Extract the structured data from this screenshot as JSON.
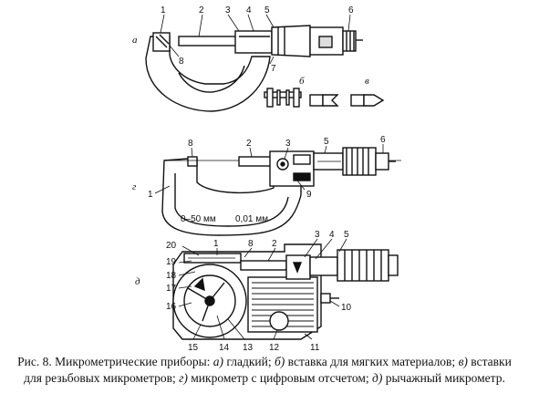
{
  "parts": {
    "a": {
      "label": "а",
      "numbers": [
        "1",
        "2",
        "3",
        "4",
        "5",
        "6",
        "7",
        "8"
      ]
    },
    "b": {
      "label": "б"
    },
    "v": {
      "label": "в"
    },
    "g": {
      "label": "г",
      "numbers": [
        "1",
        "2",
        "3",
        "5",
        "6",
        "8",
        "9"
      ],
      "range_text": "0–50 мм",
      "resolution_text": "0,01 мм"
    },
    "d": {
      "label": "д",
      "numbers": [
        "1",
        "2",
        "3",
        "4",
        "5",
        "8",
        "10",
        "11",
        "12",
        "13",
        "14",
        "15",
        "16",
        "17",
        "18",
        "19",
        "20"
      ]
    }
  },
  "caption": {
    "prefix": "Рис. 8. Микрометрические приборы:",
    "a_letter": "а)",
    "a_text": " гладкий;",
    "b_letter": "б)",
    "b_text": " вставка для мягких материалов;",
    "v_letter": "в)",
    "v_text": " вставки для резьбовых микрометров;",
    "g_letter": "г)",
    "g_text": " микрометр с цифровым отсчетом;",
    "d_letter": "д)",
    "d_text": " рычажный микрометр."
  }
}
